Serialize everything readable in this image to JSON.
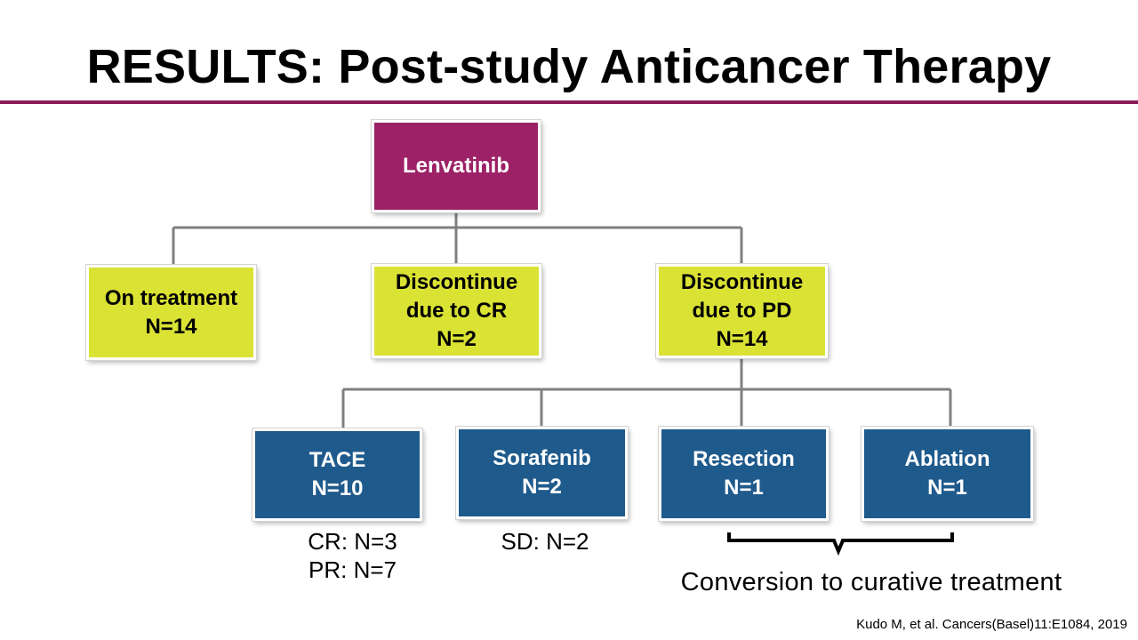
{
  "slide": {
    "title": "RESULTS: Post-study Anticancer Therapy",
    "citation": "Kudo M, et al. Cancers(Basel)11:E1084, 2019"
  },
  "colors": {
    "title_rule": "#8b1a5a",
    "root_box": "#9c2167",
    "level2_box": "#dae234",
    "level3_box": "#1f5a8c",
    "connector": "#808080"
  },
  "tree": {
    "root": {
      "label": "Lenvatinib"
    },
    "level2": [
      {
        "line1": "On treatment",
        "line2": "N=14",
        "line3": ""
      },
      {
        "line1": "Discontinue",
        "line2": "due to CR",
        "line3": "N=2"
      },
      {
        "line1": "Discontinue",
        "line2": "due to PD",
        "line3": "N=14"
      }
    ],
    "level3": [
      {
        "line1": "TACE",
        "line2": "N=10"
      },
      {
        "line1": "Sorafenib",
        "line2": "N=2"
      },
      {
        "line1": "Resection",
        "line2": "N=1"
      },
      {
        "line1": "Ablation",
        "line2": "N=1"
      }
    ]
  },
  "outcomes": {
    "tace": [
      "CR: N=3",
      "PR: N=7"
    ],
    "sorafenib": [
      "SD: N=2"
    ]
  },
  "bracket_label": "Conversion to curative treatment"
}
